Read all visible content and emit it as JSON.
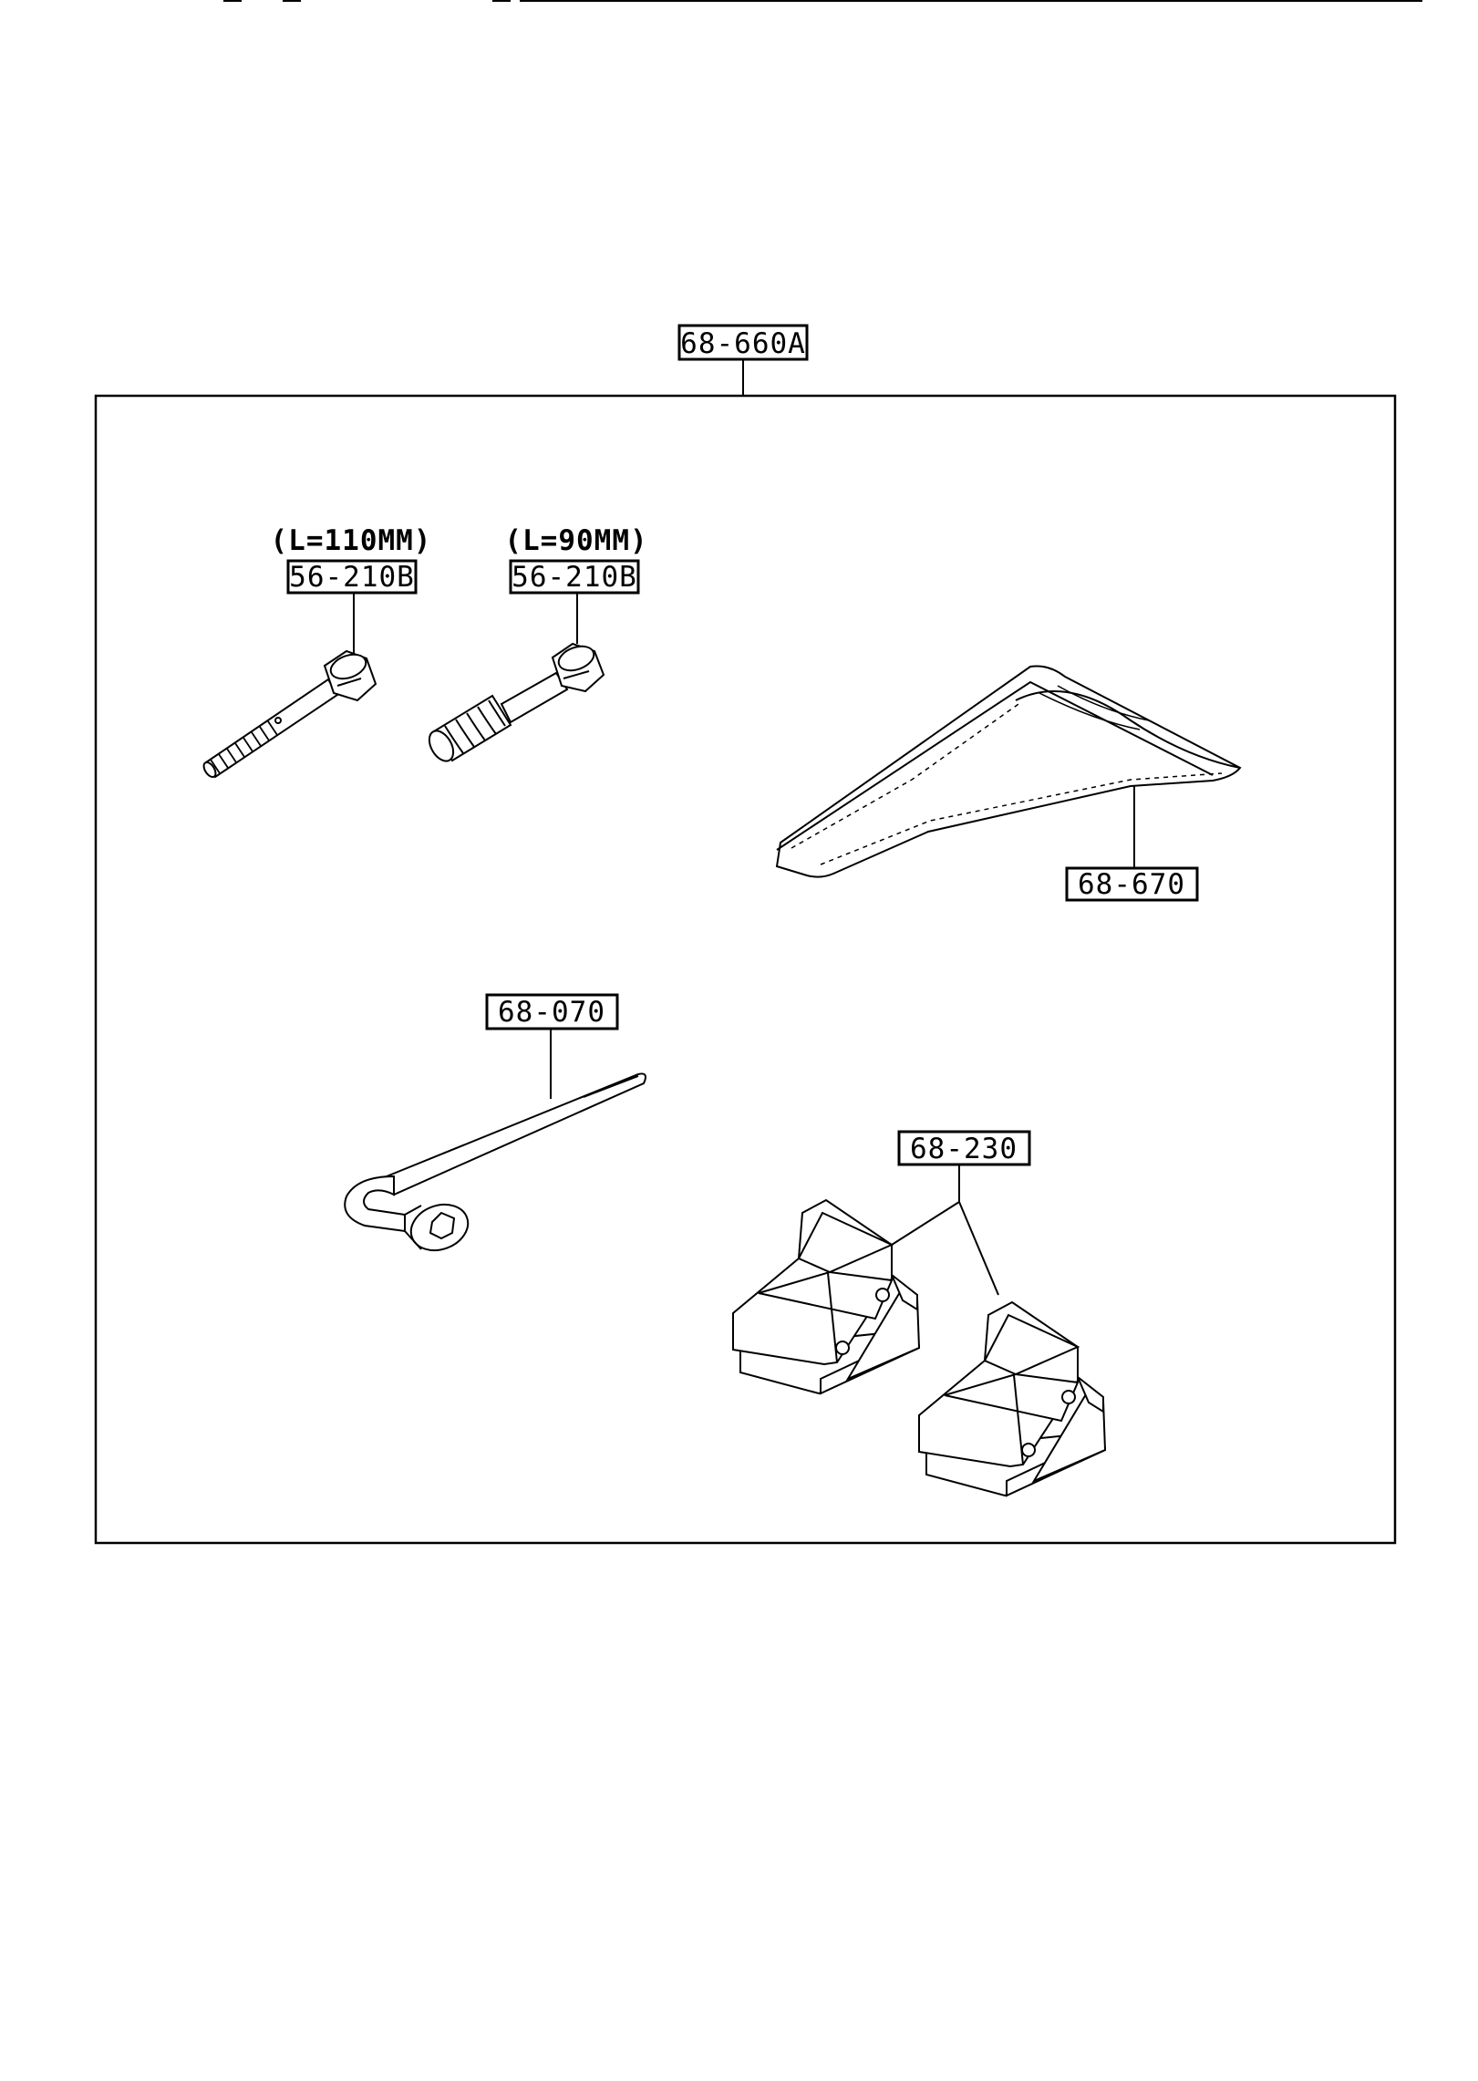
{
  "diagram": {
    "kit_label": "68-660A",
    "parts": [
      {
        "id": "bolt-long",
        "dimension": "(L=110MM)",
        "part_number": "56-210B"
      },
      {
        "id": "bolt-short",
        "dimension": "(L=90MM)",
        "part_number": "56-210B"
      },
      {
        "id": "tool-bag",
        "part_number": "68-670"
      },
      {
        "id": "wrench",
        "part_number": "68-070"
      },
      {
        "id": "wheel-chocks",
        "part_number": "68-230"
      }
    ]
  }
}
